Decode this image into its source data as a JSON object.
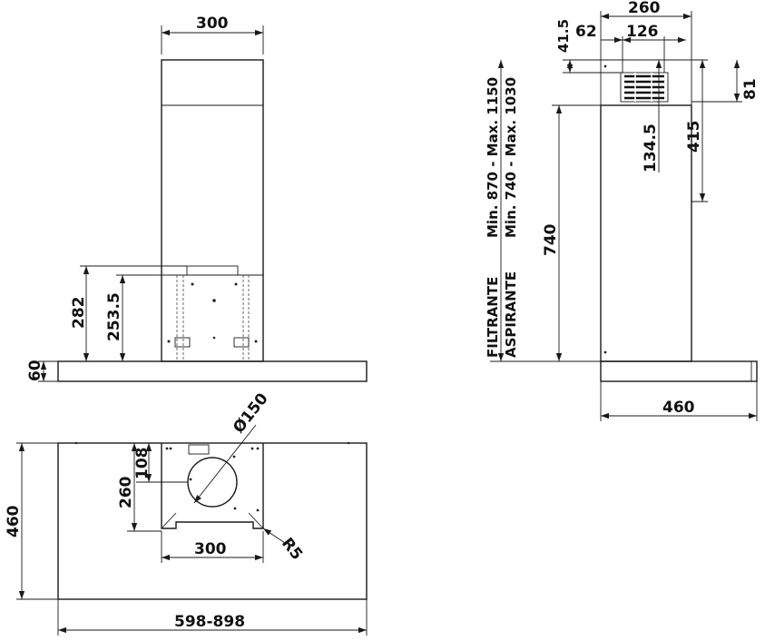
{
  "front_view": {
    "width_top": "300",
    "height_282": "282",
    "height_253": "253.5",
    "height_60": "60"
  },
  "top_view": {
    "diameter": "Ø150",
    "dim_108": "108",
    "dim_260": "260",
    "dim_300": "300",
    "radius": "R5",
    "depth_460": "460",
    "width": "598-898"
  },
  "side_view": {
    "dim_260": "260",
    "dim_41_5": "41.5",
    "dim_62": "62",
    "dim_126": "126",
    "dim_81": "81",
    "dim_134_5": "134.5",
    "dim_415": "415",
    "dim_740": "740",
    "dim_460": "460",
    "label_filtrante": "FILTRANTE",
    "label_aspirante": "ASPIRANTE",
    "range_filtrante": "Min. 870 - Max. 1150",
    "range_aspirante": "Min. 740 - Max. 1030"
  }
}
